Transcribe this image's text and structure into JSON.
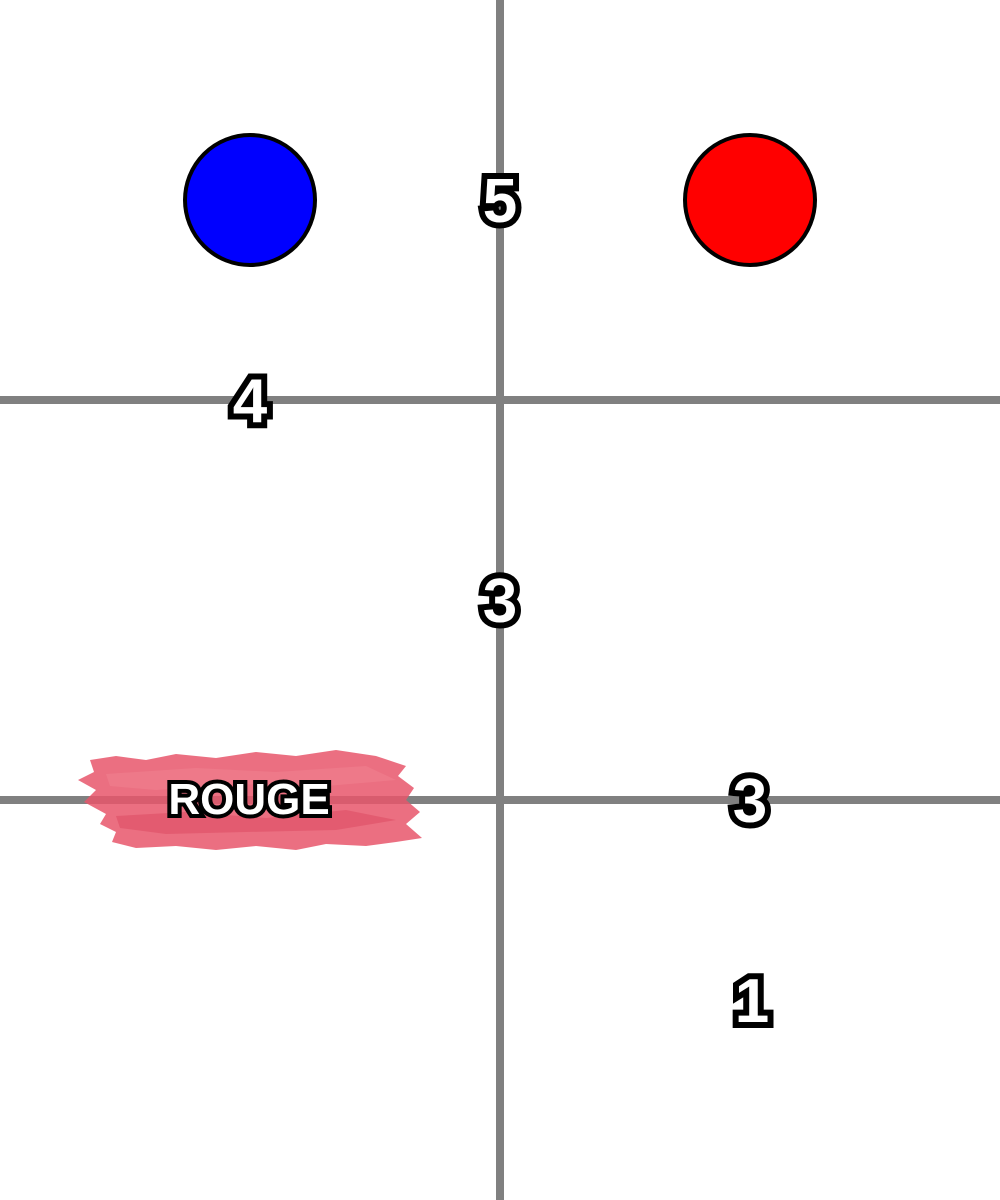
{
  "board": {
    "numbers": {
      "top_center": "5",
      "upper_left": "4",
      "middle_center": "3",
      "lower_right": "3",
      "bottom_right": "1"
    },
    "tokens": {
      "left_color": "#0000ff",
      "right_color": "#ff0000"
    },
    "label": {
      "text": "ROUGE",
      "brush_color": "#e8566b"
    },
    "grid_color": "#808080",
    "background_color": "#ffffff"
  }
}
